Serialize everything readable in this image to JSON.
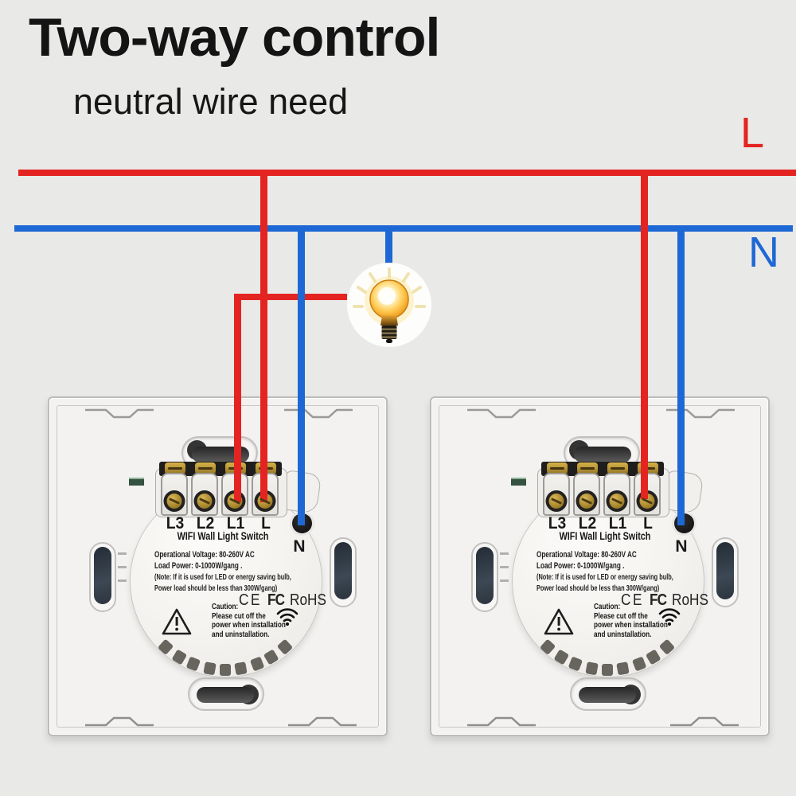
{
  "header": {
    "title": "Two-way control",
    "subtitle": "neutral wire need"
  },
  "wires": {
    "live_label": "L",
    "neutral_label": "N",
    "live_color": "#e42421",
    "neutral_color": "#1e68d5"
  },
  "bulb": {
    "icon": "light-bulb-icon"
  },
  "switch_unit": {
    "terminal_labels": [
      "L3",
      "L2",
      "L1",
      "L"
    ],
    "neutral_terminal_label": "N",
    "title": "WIFI Wall Light Switch",
    "spec_lines": [
      "Operational Voltage: 80-260V AC",
      "Load Power: 0-1000W/gang .",
      "(Note: If it is used for LED or energy saving bulb,",
      "Power load should be less than 300W/gang)"
    ],
    "cert_marks": [
      "CE",
      "FC",
      "RoHS"
    ],
    "caution": {
      "title": "Caution:",
      "lines": [
        "Please cut off the",
        "power when installation",
        "and uninstallation."
      ]
    },
    "icons": {
      "warning": "warning-triangle-icon",
      "wifi": "wifi-icon"
    }
  }
}
